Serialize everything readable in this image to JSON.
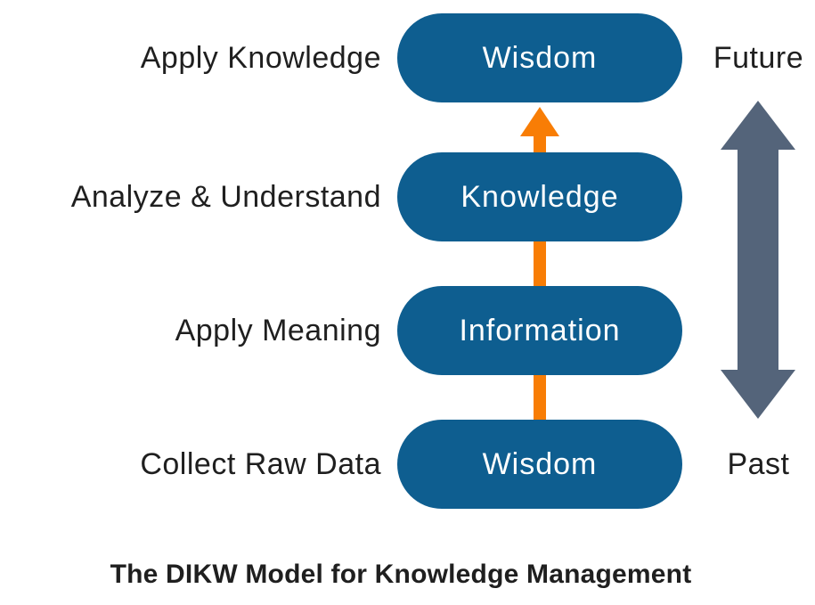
{
  "diagram": {
    "title": "The DIKW Model for Knowledge Management",
    "levels": [
      {
        "stage": "Wisdom",
        "action": "Apply Knowledge"
      },
      {
        "stage": "Knowledge",
        "action": "Analyze & Understand"
      },
      {
        "stage": "Information",
        "action": "Apply Meaning"
      },
      {
        "stage": "Wisdom",
        "action": "Collect Raw Data"
      }
    ],
    "timeline": {
      "future_label": "Future",
      "past_label": "Past"
    },
    "icons": {
      "up_arrow": "orange-up-arrow",
      "timeline_arrow": "gray-vertical-double-headed-arrow"
    },
    "colors": {
      "pill_blue": "#0E5E90",
      "pill_text": "#FFFFFF",
      "arrow_orange": "#F87D05",
      "timeline_gray": "#54647A",
      "label_text": "#1F1F1F",
      "background": "#FFFFFF"
    }
  }
}
